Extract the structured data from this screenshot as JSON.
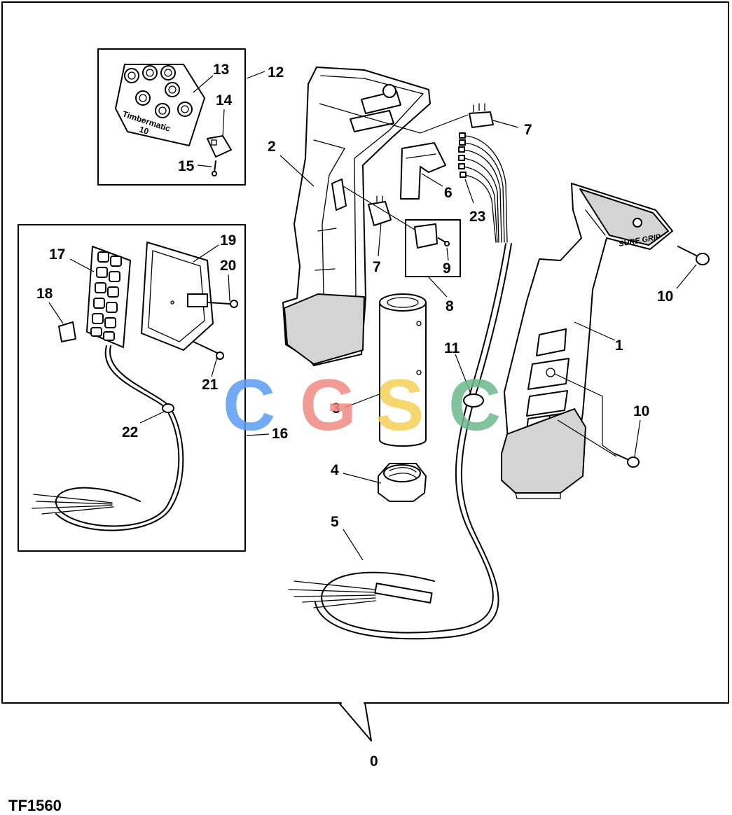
{
  "figure_id": "TF1560",
  "watermark": {
    "text": "CGSC",
    "colors": [
      "#5b9cf3",
      "#f08a82",
      "#f5cf55",
      "#6db98e"
    ]
  },
  "inset_texts": {
    "timbermatic": "Timbermatic",
    "model_number": "10"
  },
  "grip_brand_text": "SURE GRIP",
  "callouts": {
    "c0": "0",
    "c1": "1",
    "c2": "2",
    "c3": "3",
    "c4": "4",
    "c5": "5",
    "c6": "6",
    "c7a": "7",
    "c7b": "7",
    "c8": "8",
    "c9": "9",
    "c10a": "10",
    "c10b": "10",
    "c11": "11",
    "c12": "12",
    "c13": "13",
    "c14": "14",
    "c15": "15",
    "c16": "16",
    "c17": "17",
    "c18": "18",
    "c19": "19",
    "c20": "20",
    "c21": "21",
    "c22": "22",
    "c23": "23"
  }
}
